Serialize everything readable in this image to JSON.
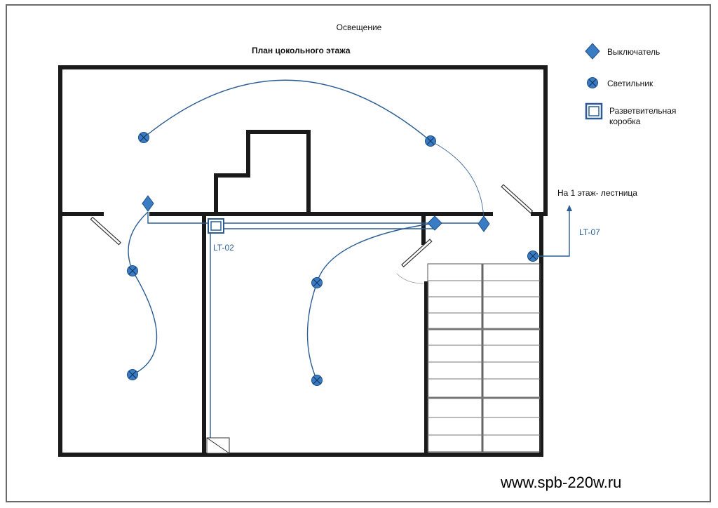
{
  "title": "Освещение",
  "subtitle": "План цокольного этажа",
  "legend": {
    "switch_label": "Выключатель",
    "lamp_label": "Светильник",
    "box_label": "Разветвительная коробка",
    "switch_icon": "diamond-icon",
    "lamp_icon": "circle-cross-icon",
    "box_icon": "square-icon"
  },
  "annotations": {
    "stairs_note": "На 1 этаж- лестница",
    "circuit_lt07": "LT-07",
    "circuit_lt02": "LT-02"
  },
  "footer": {
    "url": "www.spb-220w.ru"
  },
  "colors": {
    "wall": "#1a1a1a",
    "wire": "#2b5d94",
    "symbol_fill": "#3a7cc4",
    "frame": "#6b6b6b"
  }
}
